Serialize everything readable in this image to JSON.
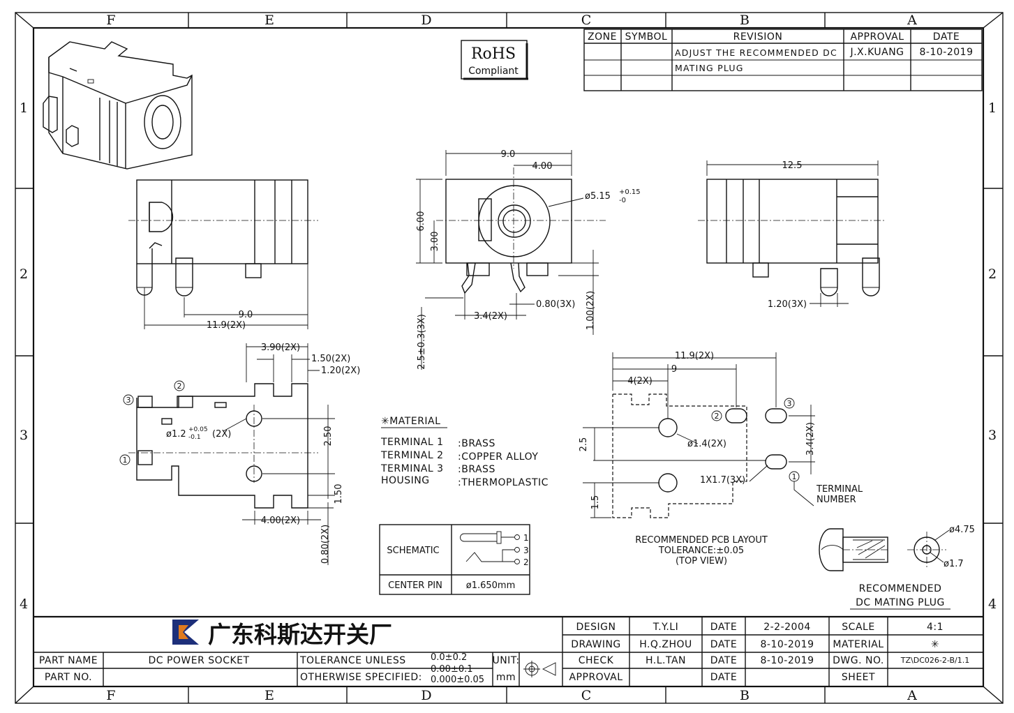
{
  "zones": {
    "cols": [
      "F",
      "E",
      "D",
      "C",
      "B",
      "A"
    ],
    "rows": [
      "1",
      "2",
      "3",
      "4"
    ]
  },
  "revision_table": {
    "headers": [
      "ZONE",
      "SYMBOL",
      "REVISION",
      "APPROVAL",
      "DATE"
    ],
    "rows": [
      {
        "zone": "",
        "symbol": "",
        "revision": "ADJUST THE RECOMMENDED DC",
        "approval": "J.X.KUANG",
        "date": "8-10-2019"
      },
      {
        "zone": "",
        "symbol": "",
        "revision": "MATING PLUG",
        "approval": "",
        "date": ""
      }
    ]
  },
  "rohs": {
    "line1": "RoHS",
    "line2": "Compliant"
  },
  "dims_front": {
    "width": "9.0",
    "offset": "4.00",
    "hole": "ø5.15",
    "hole_tol_plus": "+0.15",
    "hole_tol_minus": "-0",
    "height": "6.00",
    "center": "3.00",
    "pin_space": "3.4(2X)",
    "pin_width": "0.80(3X)",
    "pin_height": "1.00(2X)",
    "pin_len": "2.5±0.3(3X)"
  },
  "dims_side_left": {
    "span": "9.0",
    "overall": "11.9(2X)"
  },
  "dims_side_right": {
    "length": "12.5",
    "pin": "1.20(3X)"
  },
  "dims_bottom": {
    "a": "3.90(2X)",
    "b": "1.50(2X)",
    "c": "1.20(2X)",
    "hole": "ø1.2",
    "hole_tol_plus": "+0.05",
    "hole_tol_minus": "-0.1",
    "hole_count": "(2X)",
    "spacing": "2.50",
    "edge": "1.50",
    "bottom": "4.00(2X)",
    "foot": "0.80(2X)",
    "labels": [
      "1",
      "2",
      "3"
    ]
  },
  "material": {
    "title": "✳MATERIAL",
    "items": [
      {
        "name": "TERMINAL 1",
        "value": ":BRASS"
      },
      {
        "name": "TERMINAL 2",
        "value": ":COPPER ALLOY"
      },
      {
        "name": "TERMINAL 3",
        "value": ":BRASS"
      },
      {
        "name": "HOUSING",
        "value": ":THERMOPLASTIC"
      }
    ]
  },
  "schematic": {
    "label": "SCHEMATIC",
    "center_label": "CENTER PIN",
    "center_value": "ø1.650mm",
    "pins": [
      "1",
      "3",
      "2"
    ]
  },
  "pcb": {
    "d1": "11.9(2X)",
    "d2": "9",
    "d3": "4(2X)",
    "d4": "ø1.4(2X)",
    "d5": "2.5",
    "d6": "3.4(2X)",
    "d7": "1X1.7(3X)",
    "d8": "1.5",
    "terminal": "TERMINAL",
    "number": "NUMBER",
    "labels": [
      "1",
      "2",
      "3"
    ],
    "caption1": "RECOMMENDED PCB LAYOUT",
    "caption2": "TOLERANCE:±0.05",
    "caption3": "(TOP VIEW)"
  },
  "plug": {
    "d_outer": "ø4.75",
    "d_inner": "ø1.7",
    "caption1": "RECOMMENDED",
    "caption2": "DC MATING PLUG"
  },
  "title_block": {
    "company": "广东科斯达开关厂",
    "part_name_label": "PART NAME",
    "part_name": "DC POWER SOCKET",
    "part_no_label": "PART NO.",
    "part_no": "",
    "tol_label1": "TOLERANCE UNLESS",
    "tol_label2": "OTHERWISE SPECIFIED:",
    "tol1": "0.0±0.2",
    "tol2": "0.00±0.1",
    "tol3": "0.000±0.05",
    "unit_label": "UNIT:",
    "unit": "mm",
    "rows": [
      {
        "k": "DESIGN",
        "v": "T.Y.LI",
        "dk": "DATE",
        "dv": "2-2-2004",
        "rk": "SCALE",
        "rv": "4:1"
      },
      {
        "k": "DRAWING",
        "v": "H.Q.ZHOU",
        "dk": "DATE",
        "dv": "8-10-2019",
        "rk": "MATERIAL",
        "rv": "✳"
      },
      {
        "k": "CHECK",
        "v": "H.L.TAN",
        "dk": "DATE",
        "dv": "8-10-2019",
        "rk": "DWG. NO.",
        "rv": "TZ\\DC026-2-B/1.1"
      },
      {
        "k": "APPROVAL",
        "v": "",
        "dk": "DATE",
        "dv": "",
        "rk": "SHEET",
        "rv": ""
      }
    ]
  }
}
